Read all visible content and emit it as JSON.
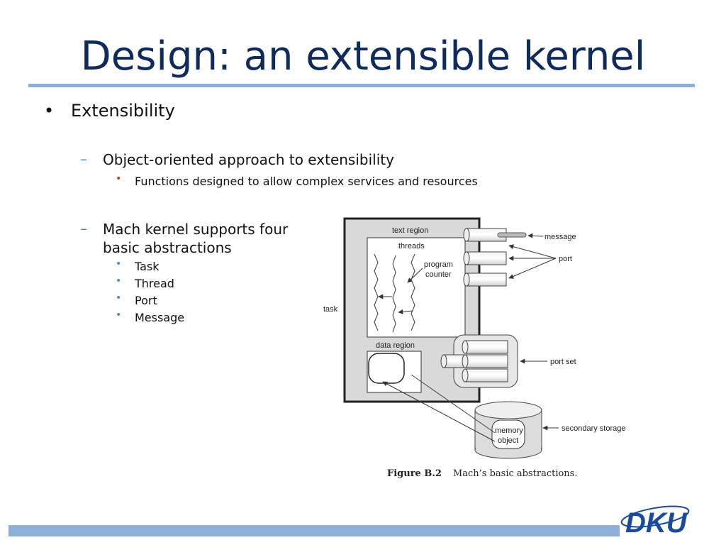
{
  "slide": {
    "title": "Design: an extensible kernel",
    "bullets": {
      "l1_mark": "•",
      "l1_text": "Extensibility",
      "sub1": {
        "mark": "–",
        "text": "Object-oriented approach to extensibility",
        "items": [
          "Functions designed to allow complex services and resources"
        ]
      },
      "sub2": {
        "mark": "–",
        "text": "Mach kernel supports four basic abstractions",
        "items": [
          "Task",
          "Thread",
          "Port",
          "Message"
        ]
      }
    }
  },
  "figure": {
    "labels": {
      "text_region": "text region",
      "threads": "threads",
      "program_counter_1": "program",
      "program_counter_2": "counter",
      "task": "task",
      "data_region": "data region",
      "message": "message",
      "port": "port",
      "port_set": "port set",
      "secondary_storage": "secondary storage",
      "memory_object_1": "memory",
      "memory_object_2": "object"
    },
    "caption_number": "Figure B.2",
    "caption_text": "Mach’s basic abstractions."
  },
  "logo": {
    "text": "DKU",
    "color": "#1a4a9c"
  },
  "colors": {
    "title": "#0f2a5c",
    "rule": "#8fb0d6",
    "red_bullet": "#c0392b",
    "blue_bullet": "#5b86c0"
  }
}
